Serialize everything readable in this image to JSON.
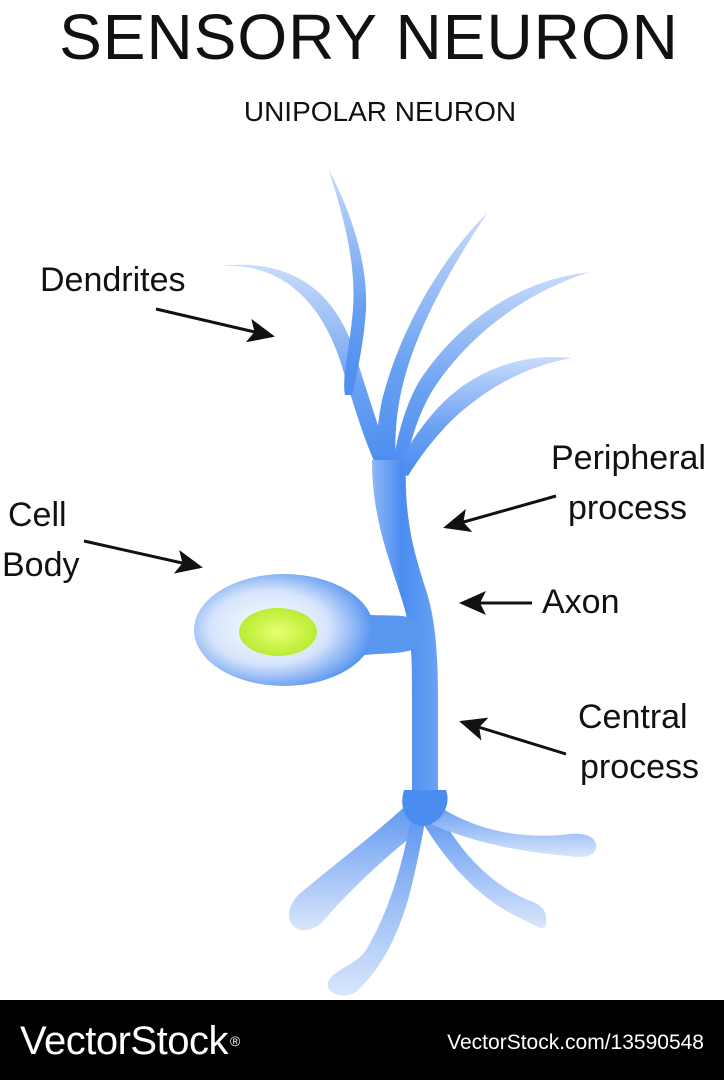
{
  "title": "SENSORY NEURON",
  "subtitle": "UNIPOLAR NEURON",
  "labels": {
    "dendrites": "Dendrites",
    "peripheral_line1": "Peripheral",
    "peripheral_line2": "process",
    "cell_line1": "Cell",
    "cell_line2": "Body",
    "axon": "Axon",
    "central_line1": "Central",
    "central_line2": "process"
  },
  "footer": {
    "brand": "VectorStock",
    "brand_mark": "®",
    "image_id": "VectorStock.com/13590548"
  },
  "colors": {
    "neuron_blue": "#4a8cf0",
    "neuron_light": "#cfe0fb",
    "nucleus": "#c8f54a",
    "arrow": "#111111",
    "footer_bg": "#000000"
  }
}
